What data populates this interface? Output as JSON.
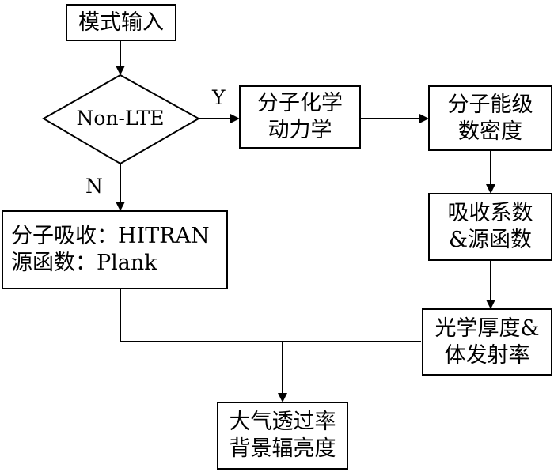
{
  "nodes": {
    "input": {
      "lines": [
        "模式输入"
      ]
    },
    "decision": {
      "label": "Non-LTE"
    },
    "kinetics": {
      "lines": [
        "分子化学",
        "动力学"
      ]
    },
    "level_density": {
      "lines": [
        "分子能级",
        "数密度"
      ]
    },
    "hitran": {
      "lines": [
        "分子吸收：HITRAN",
        "源函数：Plank"
      ]
    },
    "absorption": {
      "lines": [
        "吸收系数",
        "&源函数"
      ]
    },
    "optical": {
      "lines": [
        "光学厚度&",
        "体发射率"
      ]
    },
    "output": {
      "lines": [
        "大气透过率",
        "背景辐亮度"
      ]
    }
  },
  "branches": {
    "yes": "Y",
    "no": "N"
  }
}
